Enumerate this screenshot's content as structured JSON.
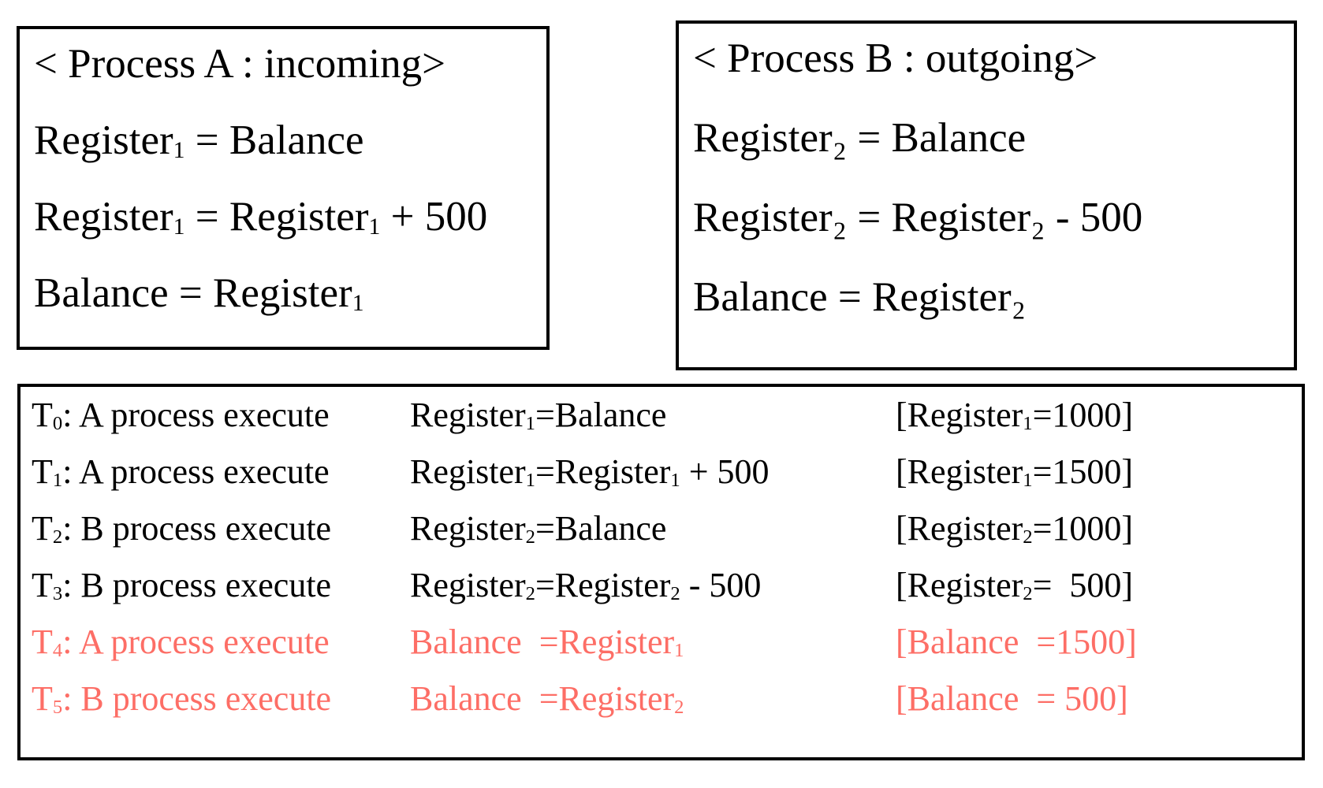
{
  "colors": {
    "text": "#000000",
    "highlight": "#fd6e66",
    "border": "#000000",
    "background": "#ffffff"
  },
  "process_a": {
    "title_prefix": "< Process A : incoming",
    "title_suffix": ">",
    "title": "< Process A : incoming>",
    "lines": [
      {
        "text_before": "Register",
        "sub": "1",
        "text_after": " = Balance"
      },
      {
        "text_before": "Register",
        "sub": "1",
        "text_after": " = Register",
        "sub2": "1",
        "tail": " + 500"
      },
      {
        "text_before": "Balance = Register",
        "sub": "1",
        "text_after": ""
      }
    ],
    "line_1": "Register₁ = Balance",
    "line_2": "Register₁ = Register₁ + 500",
    "line_3": "Balance = Register₁"
  },
  "process_b": {
    "title": "< Process B : outgoing>",
    "line_1": "Register₂ = Balance",
    "line_2": "Register₂ = Register₂ - 500",
    "line_3": "Balance = Register₂"
  },
  "trace": {
    "rows": [
      {
        "step_label": "T",
        "step_index": "0",
        "step_text": ": A process execute",
        "op_before": "Register",
        "op_sub": "1",
        "op_after": "=Balance",
        "res_open": "[Register",
        "res_sub": "1",
        "res_after": "=1000]",
        "highlight": false
      },
      {
        "step_label": "T",
        "step_index": "1",
        "step_text": ": A process execute",
        "op_before": "Register",
        "op_sub": "1",
        "op_after": "=Register",
        "op_sub2": "1",
        "op_tail": " + 500",
        "res_open": "[Register",
        "res_sub": "1",
        "res_after": "=1500]",
        "highlight": false
      },
      {
        "step_label": "T",
        "step_index": "2",
        "step_text": ": B process execute",
        "op_before": "Register",
        "op_sub": "2",
        "op_after": "=Balance",
        "res_open": "[Register",
        "res_sub": "2",
        "res_after": "=1000]",
        "highlight": false
      },
      {
        "step_label": "T",
        "step_index": "3",
        "step_text": ": B process execute",
        "op_before": "Register",
        "op_sub": "2",
        "op_after": "=Register",
        "op_sub2": "2",
        "op_tail": " - 500",
        "res_open": "[Register",
        "res_sub": "2",
        "res_after": "=  500]",
        "highlight": false
      },
      {
        "step_label": "T",
        "step_index": "4",
        "step_text": ": A process execute",
        "op_before": "Balance  =Register",
        "op_sub": "1",
        "op_after": "",
        "res_open": "[Balance  =1500]",
        "res_sub": "",
        "res_after": "",
        "highlight": true
      },
      {
        "step_label": "T",
        "step_index": "5",
        "step_text": ": B process execute",
        "op_before": "Balance  =Register",
        "op_sub": "2",
        "op_after": "",
        "res_open": "[Balance  = 500]",
        "res_sub": "",
        "res_after": "",
        "highlight": true
      }
    ]
  }
}
